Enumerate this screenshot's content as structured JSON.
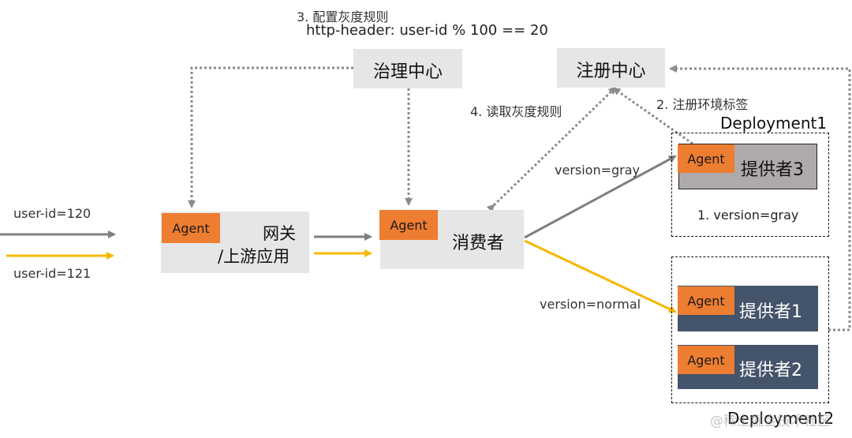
{
  "step3": {
    "title": "3. 配置灰度规则",
    "rule": "http-header: user-id % 100 == 20"
  },
  "governance": {
    "label": "治理中心"
  },
  "registry": {
    "label": "注册中心"
  },
  "step4": {
    "label": "4. 读取灰度规则"
  },
  "step2": {
    "label": "2. 注册环境标签"
  },
  "deployment1": {
    "label": "Deployment1",
    "note": "1. version=gray"
  },
  "deployment2": {
    "label": "Deployment2"
  },
  "agent": {
    "label": "Agent"
  },
  "gateway": {
    "line1": "网关",
    "line2": "/上游应用"
  },
  "consumer": {
    "label": "消费者"
  },
  "provider3": {
    "label": "提供者3"
  },
  "provider1": {
    "label": "提供者1"
  },
  "provider2": {
    "label": "提供者2"
  },
  "users": {
    "user120": "user-id=120",
    "user121": "user-id=121"
  },
  "routes": {
    "gray": "version=gray",
    "normal": "version=normal"
  },
  "watermark": "@稀土掘金技术社区",
  "colors": {
    "gray_line": "#7f7f7f",
    "yellow_line": "#f5b800",
    "agent": "#ed7d31",
    "dark_box": "#44546a",
    "light_box": "#e6e6e6"
  }
}
